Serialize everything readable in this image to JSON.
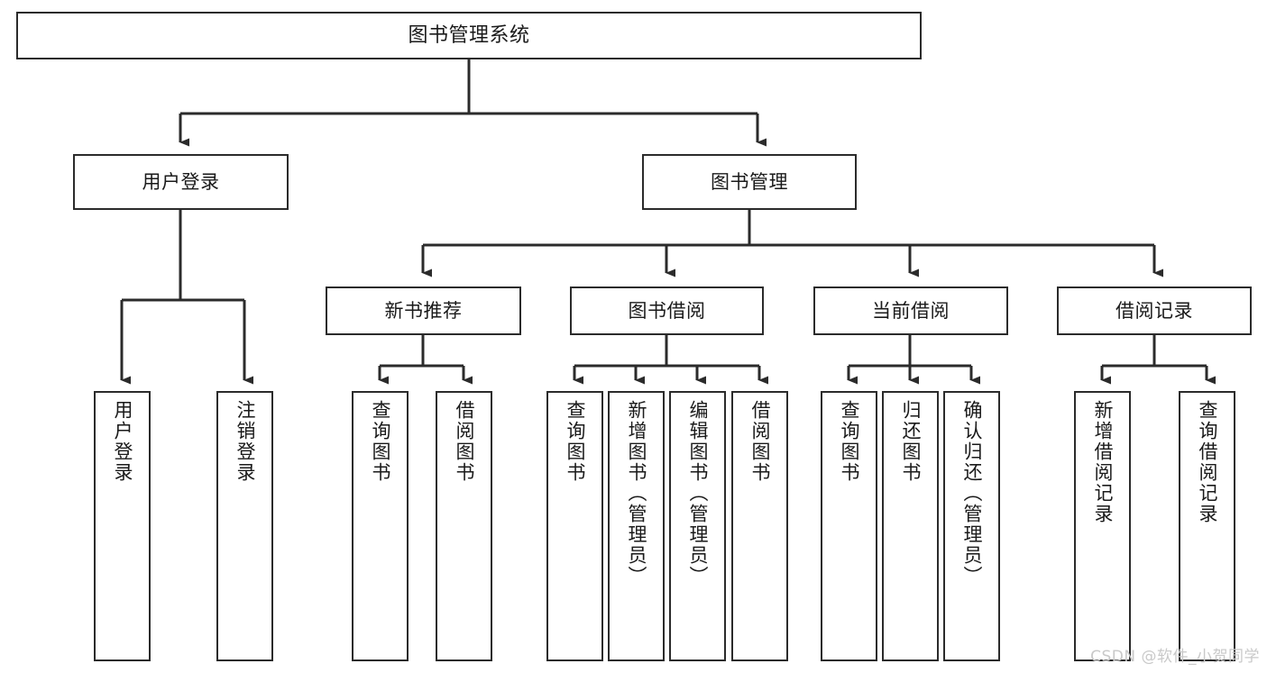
{
  "diagram": {
    "type": "tree-hierarchy",
    "title": "图书管理系统",
    "orientation": "top-down",
    "colors": {
      "box_border": "#2b2b2b",
      "box_fill": "#ffffff",
      "connector": "#2b2b2b",
      "text": "#1a1a1a",
      "watermark": "#c9c9c9",
      "background": "#ffffff"
    },
    "nodes": {
      "root": {
        "label": "图书管理系统",
        "level": 0,
        "orientation": "horizontal"
      },
      "level1": [
        {
          "id": "user-login",
          "label": "用户登录",
          "orientation": "horizontal"
        },
        {
          "id": "book-manage",
          "label": "图书管理",
          "orientation": "horizontal"
        }
      ],
      "level2": [
        {
          "id": "new-book-recommend",
          "label": "新书推荐",
          "orientation": "horizontal"
        },
        {
          "id": "book-borrow",
          "label": "图书借阅",
          "orientation": "horizontal"
        },
        {
          "id": "current-borrow",
          "label": "当前借阅",
          "orientation": "horizontal"
        },
        {
          "id": "borrow-record",
          "label": "借阅记录",
          "orientation": "horizontal"
        }
      ],
      "leaves": [
        {
          "id": "leaf-user-login",
          "label": "用户登录",
          "parent": "user-login",
          "orientation": "vertical"
        },
        {
          "id": "leaf-logout-login",
          "label": "注销登录",
          "parent": "user-login",
          "orientation": "vertical"
        },
        {
          "id": "leaf-query-book-1",
          "label": "查询图书",
          "parent": "new-book-recommend",
          "orientation": "vertical"
        },
        {
          "id": "leaf-borrow-book-1",
          "label": "借阅图书",
          "parent": "new-book-recommend",
          "orientation": "vertical"
        },
        {
          "id": "leaf-query-book-2",
          "label": "查询图书",
          "parent": "book-borrow",
          "orientation": "vertical"
        },
        {
          "id": "leaf-add-book",
          "label": "新增图书（管理员）",
          "parent": "book-borrow",
          "orientation": "vertical"
        },
        {
          "id": "leaf-edit-book",
          "label": "编辑图书（管理员）",
          "parent": "book-borrow",
          "orientation": "vertical"
        },
        {
          "id": "leaf-borrow-book-2",
          "label": "借阅图书",
          "parent": "book-borrow",
          "orientation": "vertical"
        },
        {
          "id": "leaf-query-book-3",
          "label": "查询图书",
          "parent": "current-borrow",
          "orientation": "vertical"
        },
        {
          "id": "leaf-return-book",
          "label": "归还图书",
          "parent": "current-borrow",
          "orientation": "vertical"
        },
        {
          "id": "leaf-confirm-return",
          "label": "确认归还（管理员）",
          "parent": "current-borrow",
          "orientation": "vertical"
        },
        {
          "id": "leaf-add-record",
          "label": "新增借阅记录",
          "parent": "borrow-record",
          "orientation": "vertical"
        },
        {
          "id": "leaf-query-record",
          "label": "查询借阅记录",
          "parent": "borrow-record",
          "orientation": "vertical"
        }
      ]
    },
    "edges": [
      {
        "from": "root",
        "to": "user-login"
      },
      {
        "from": "root",
        "to": "book-manage"
      },
      {
        "from": "book-manage",
        "to": "new-book-recommend"
      },
      {
        "from": "book-manage",
        "to": "book-borrow"
      },
      {
        "from": "book-manage",
        "to": "current-borrow"
      },
      {
        "from": "book-manage",
        "to": "borrow-record"
      },
      {
        "from": "user-login",
        "to": "leaf-user-login"
      },
      {
        "from": "user-login",
        "to": "leaf-logout-login"
      },
      {
        "from": "new-book-recommend",
        "to": "leaf-query-book-1"
      },
      {
        "from": "new-book-recommend",
        "to": "leaf-borrow-book-1"
      },
      {
        "from": "book-borrow",
        "to": "leaf-query-book-2"
      },
      {
        "from": "book-borrow",
        "to": "leaf-add-book"
      },
      {
        "from": "book-borrow",
        "to": "leaf-edit-book"
      },
      {
        "from": "book-borrow",
        "to": "leaf-borrow-book-2"
      },
      {
        "from": "current-borrow",
        "to": "leaf-query-book-3"
      },
      {
        "from": "current-borrow",
        "to": "leaf-return-book"
      },
      {
        "from": "current-borrow",
        "to": "leaf-confirm-return"
      },
      {
        "from": "borrow-record",
        "to": "leaf-add-record"
      },
      {
        "from": "borrow-record",
        "to": "leaf-query-record"
      }
    ]
  },
  "watermark": {
    "text": "CSDN @软件_小贺同学"
  }
}
